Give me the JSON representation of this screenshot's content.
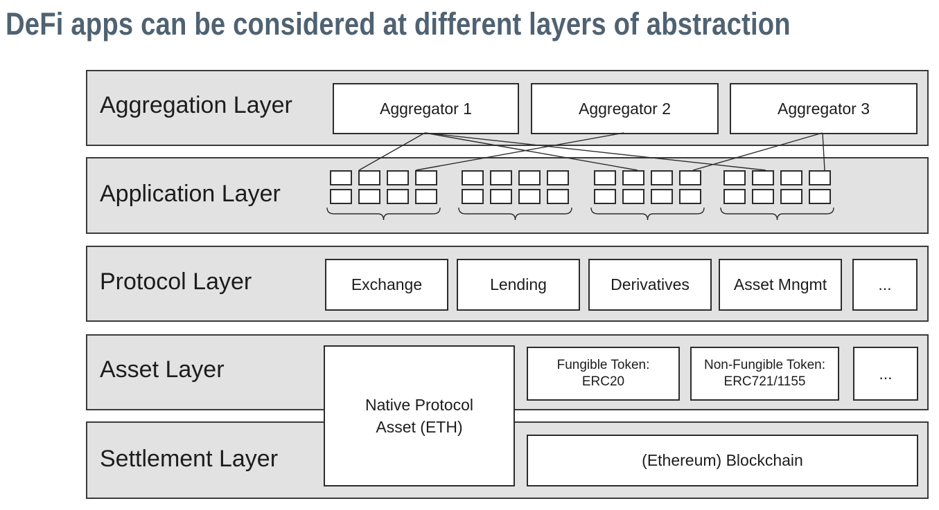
{
  "title": "DeFi apps can be considered at different layers of abstraction",
  "layers": {
    "aggregation": {
      "label": "Aggregation Layer",
      "aggregators": [
        "Aggregator 1",
        "Aggregator 2",
        "Aggregator 3"
      ]
    },
    "application": {
      "label": "Application Layer"
    },
    "protocol": {
      "label": "Protocol Layer",
      "protocols": [
        "Exchange",
        "Lending",
        "Derivatives",
        "Asset Mngmt",
        "..."
      ]
    },
    "asset": {
      "label": "Asset Layer",
      "native_asset": {
        "line1": "Native Protocol",
        "line2": "Asset (ETH)"
      },
      "fungible": {
        "line1": "Fungible Token:",
        "line2": "ERC20"
      },
      "non_fungible": {
        "line1": "Non-Fungible Token:",
        "line2": "ERC721/1155"
      },
      "more": "..."
    },
    "settlement": {
      "label": "Settlement Layer",
      "blockchain": "(Ethereum) Blockchain"
    }
  }
}
